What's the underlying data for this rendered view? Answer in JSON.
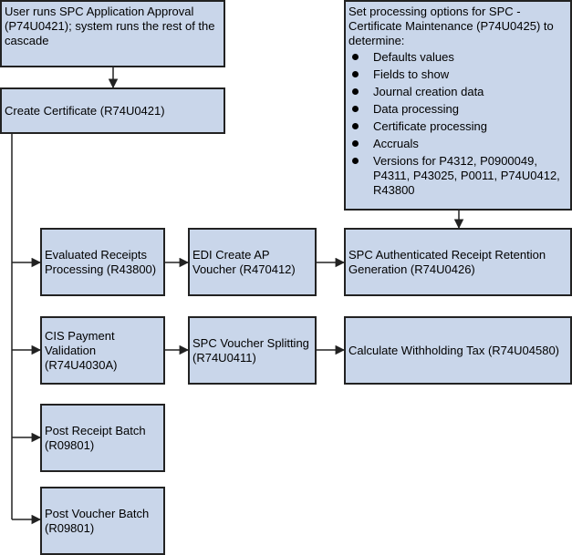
{
  "boxes": {
    "user_runs": "User runs SPC Application Approval (P74U0421); system runs the rest of the cascade",
    "create_certificate": "Create Certificate (R74U0421)",
    "processing_options": {
      "title": "Set processing options for SPC - Certificate Maintenance (P74U0425) to determine:",
      "items": [
        "Defaults values",
        "Fields to show",
        "Journal creation data",
        "Data processing",
        "Certificate processing",
        "Accruals",
        "Versions for P4312, P0900049, P4311, P43025, P0011, P74U0412, R43800"
      ]
    },
    "evaluated_receipts": "Evaluated Receipts Processing (R43800)",
    "edi_create_ap": "EDI Create AP Voucher (R470412)",
    "spc_retention": "SPC Authenticated Receipt Retention Generation (R74U0426)",
    "cis_payment": "CIS Payment Validation (R74U4030A)",
    "spc_voucher": "SPC Voucher Splitting (R74U0411)",
    "withholding_tax": "Calculate Withholding Tax (R74U04580)",
    "post_receipt": "Post Receipt Batch (R09801)",
    "post_voucher": "Post Voucher Batch (R09801)"
  },
  "colors": {
    "box_fill": "#c9d6ea",
    "border": "#222222",
    "connector": "#222222"
  }
}
